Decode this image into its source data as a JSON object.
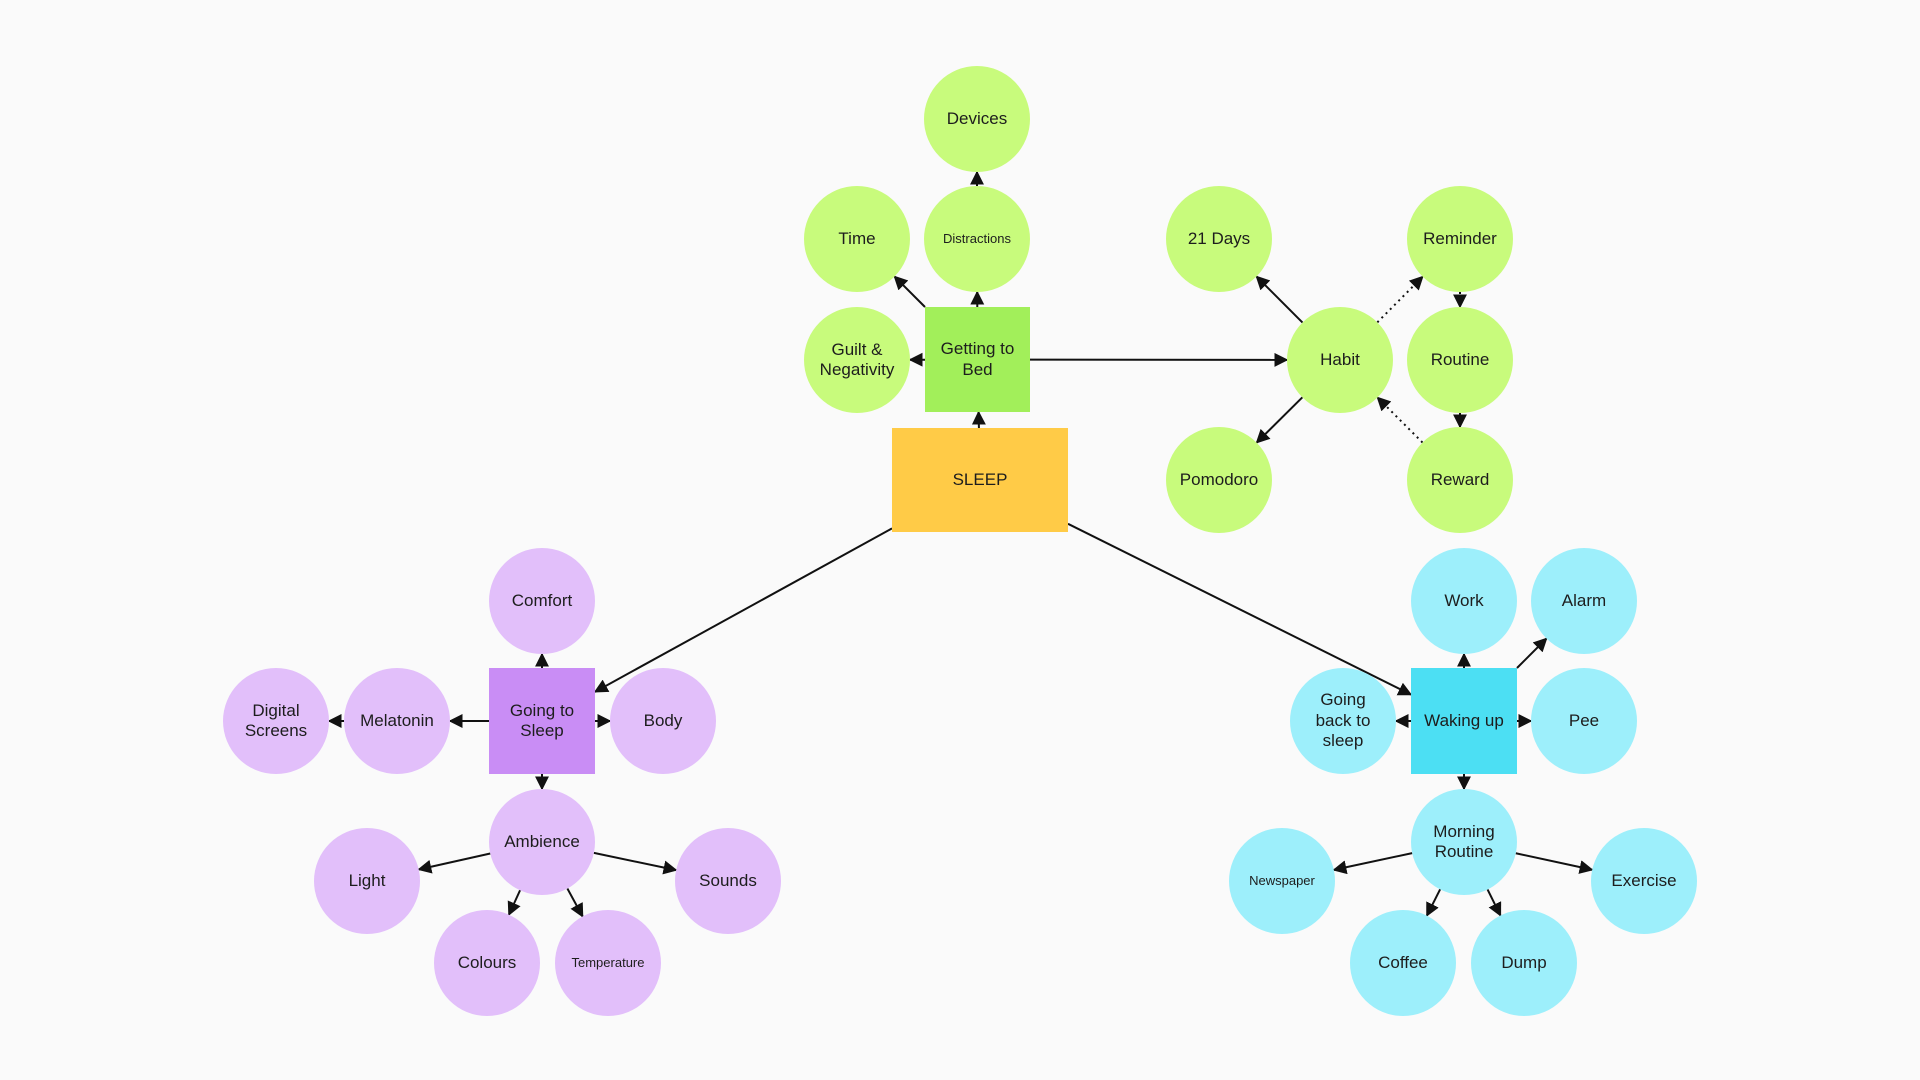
{
  "theme": {
    "background": "#fafafa",
    "edge_color": "#111111",
    "root": "#ffcb47",
    "bed_hub": "#a2ef5a",
    "bed_leaf": "#c8fb7c",
    "sleep_hub": "#c98df5",
    "sleep_leaf": "#e2bffa",
    "wake_hub": "#4cdff3",
    "wake_leaf": "#9deffb"
  },
  "nodes": {
    "sleep": "SLEEP",
    "getting_to_bed": "Getting to\nBed",
    "devices": "Devices",
    "distractions": "Distractions",
    "time": "Time",
    "guilt": "Guilt &\nNegativity",
    "habit": "Habit",
    "days21": "21 Days",
    "reminder": "Reminder",
    "routine": "Routine",
    "reward": "Reward",
    "pomodoro": "Pomodoro",
    "going_to_sleep": "Going to\nSleep",
    "comfort": "Comfort",
    "melatonin": "Melatonin",
    "digital_screens": "Digital\nScreens",
    "body": "Body",
    "ambience": "Ambience",
    "light": "Light",
    "sounds": "Sounds",
    "colours": "Colours",
    "temperature": "Temperature",
    "waking_up": "Waking up",
    "work": "Work",
    "alarm": "Alarm",
    "going_back": "Going\nback to\nsleep",
    "pee": "Pee",
    "morning_routine": "Morning\nRoutine",
    "newspaper": "Newspaper",
    "exercise": "Exercise",
    "coffee": "Coffee",
    "dump": "Dump"
  },
  "edges": [
    {
      "from": "sleep",
      "to": "getting_to_bed",
      "style": "solid"
    },
    {
      "from": "sleep",
      "to": "going_to_sleep",
      "style": "solid"
    },
    {
      "from": "sleep",
      "to": "waking_up",
      "style": "solid"
    },
    {
      "from": "getting_to_bed",
      "to": "distractions",
      "style": "solid"
    },
    {
      "from": "distractions",
      "to": "devices",
      "style": "solid"
    },
    {
      "from": "getting_to_bed",
      "to": "time",
      "style": "solid"
    },
    {
      "from": "getting_to_bed",
      "to": "guilt",
      "style": "solid"
    },
    {
      "from": "getting_to_bed",
      "to": "habit",
      "style": "solid"
    },
    {
      "from": "habit",
      "to": "days21",
      "style": "solid"
    },
    {
      "from": "habit",
      "to": "pomodoro",
      "style": "solid"
    },
    {
      "from": "habit",
      "to": "reminder",
      "style": "dotted"
    },
    {
      "from": "reminder",
      "to": "routine",
      "style": "dotted"
    },
    {
      "from": "routine",
      "to": "reward",
      "style": "dotted"
    },
    {
      "from": "reward",
      "to": "habit",
      "style": "dotted"
    },
    {
      "from": "going_to_sleep",
      "to": "comfort",
      "style": "solid"
    },
    {
      "from": "going_to_sleep",
      "to": "melatonin",
      "style": "solid"
    },
    {
      "from": "melatonin",
      "to": "digital_screens",
      "style": "solid"
    },
    {
      "from": "going_to_sleep",
      "to": "body",
      "style": "solid"
    },
    {
      "from": "going_to_sleep",
      "to": "ambience",
      "style": "solid"
    },
    {
      "from": "ambience",
      "to": "light",
      "style": "solid"
    },
    {
      "from": "ambience",
      "to": "sounds",
      "style": "solid"
    },
    {
      "from": "ambience",
      "to": "colours",
      "style": "solid"
    },
    {
      "from": "ambience",
      "to": "temperature",
      "style": "solid"
    },
    {
      "from": "waking_up",
      "to": "work",
      "style": "solid"
    },
    {
      "from": "waking_up",
      "to": "alarm",
      "style": "solid"
    },
    {
      "from": "waking_up",
      "to": "going_back",
      "style": "solid"
    },
    {
      "from": "waking_up",
      "to": "pee",
      "style": "solid"
    },
    {
      "from": "waking_up",
      "to": "morning_routine",
      "style": "solid"
    },
    {
      "from": "morning_routine",
      "to": "newspaper",
      "style": "solid"
    },
    {
      "from": "morning_routine",
      "to": "exercise",
      "style": "solid"
    },
    {
      "from": "morning_routine",
      "to": "coffee",
      "style": "solid"
    },
    {
      "from": "morning_routine",
      "to": "dump",
      "style": "solid"
    }
  ]
}
